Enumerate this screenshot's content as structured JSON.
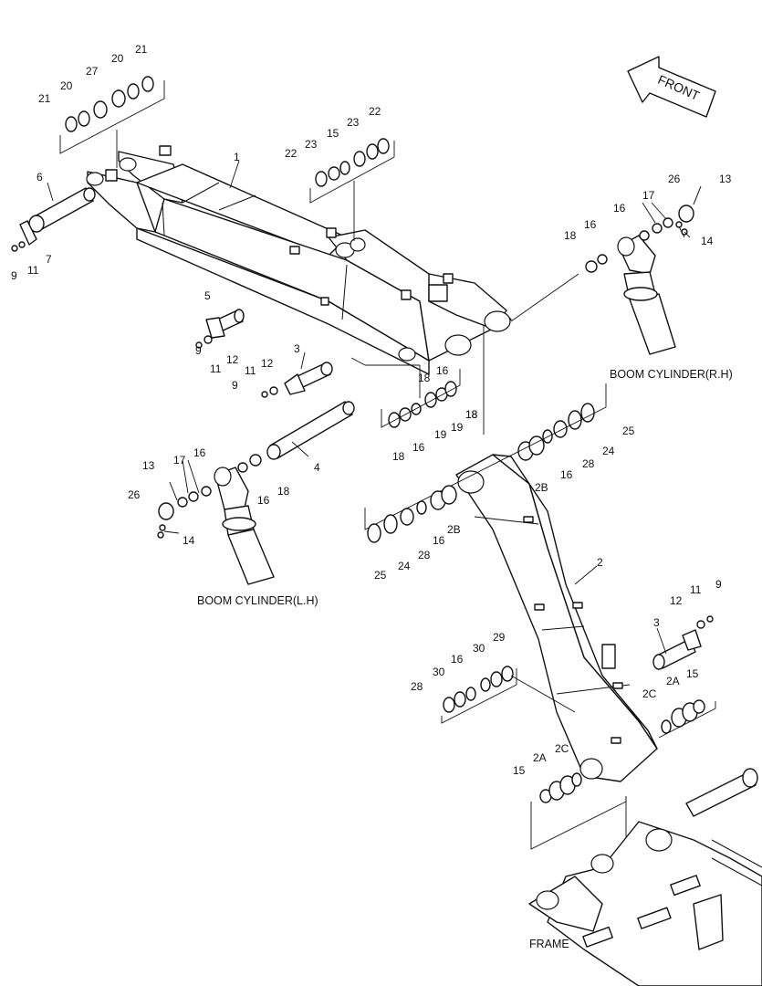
{
  "direction": {
    "label": "FRONT",
    "icon": "front-arrow-icon"
  },
  "captions": {
    "boom_cylinder_rh": "BOOM CYLINDER(R.H)",
    "boom_cylinder_lh": "BOOM CYLINDER(L.H)",
    "frame": "FRAME"
  },
  "callouts": [
    "21",
    "20",
    "27",
    "20",
    "21",
    "22",
    "23",
    "15",
    "23",
    "22",
    "1",
    "6",
    "9",
    "11",
    "7",
    "5",
    "9",
    "11",
    "12",
    "3",
    "9",
    "11",
    "12",
    "4",
    "18",
    "16",
    "19",
    "18",
    "19",
    "16",
    "18",
    "13",
    "26",
    "17",
    "16",
    "18",
    "16",
    "14",
    "13",
    "17",
    "16",
    "26",
    "14",
    "16",
    "18",
    "18",
    "2B",
    "16",
    "28",
    "24",
    "25",
    "2B",
    "16",
    "28",
    "24",
    "25",
    "2",
    "9",
    "11",
    "12",
    "3",
    "29",
    "30",
    "16",
    "30",
    "28",
    "15",
    "2A",
    "2C",
    "2A",
    "2C",
    "15"
  ],
  "colors": {
    "line": "#111111",
    "background": "#ffffff"
  }
}
